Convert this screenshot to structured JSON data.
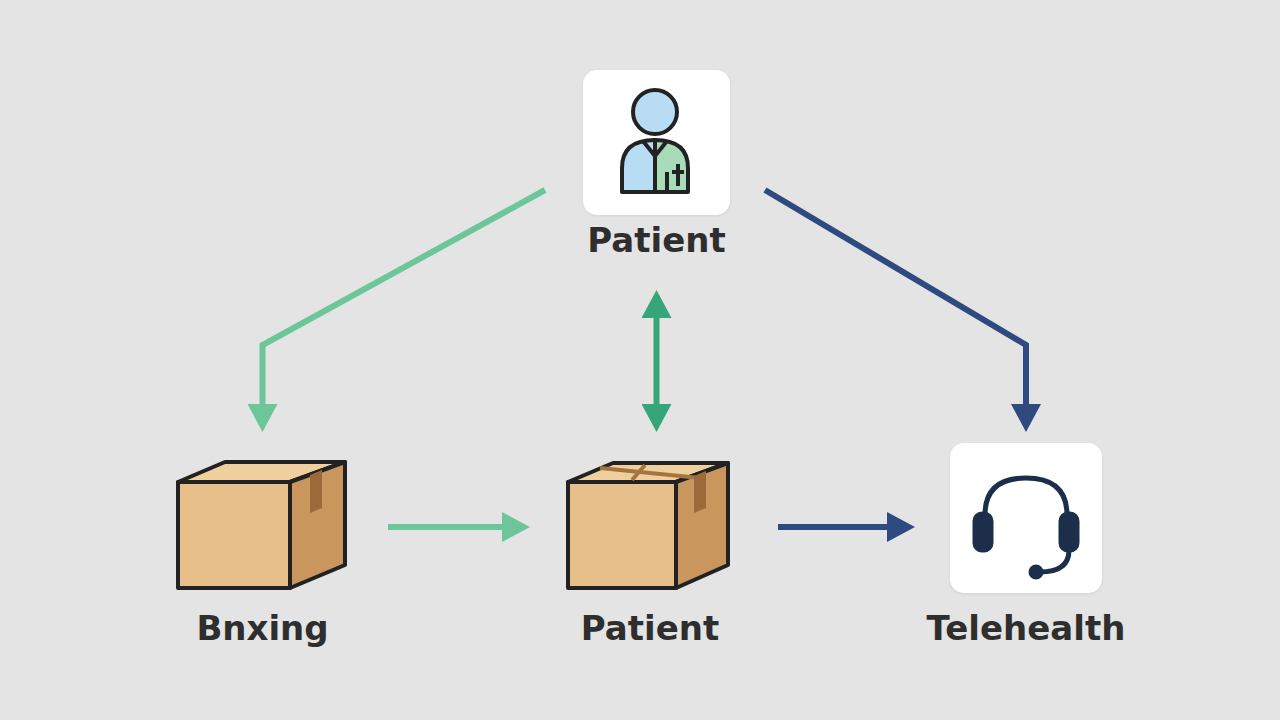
{
  "diagram": {
    "nodes": [
      {
        "text": [
          "Patient"
        ]
      },
      {
        "text": [
          "Bnxing"
        ]
      },
      {
        "text": [
          "Patient"
        ]
      },
      {
        "text": [
          "Telehealth"
        ]
      }
    ],
    "edges": [
      {
        "from": 0,
        "to": 1,
        "arrow": "to"
      },
      {
        "from": 0,
        "to": 2,
        "arrow": "both"
      },
      {
        "from": 0,
        "to": 3,
        "arrow": "to"
      },
      {
        "from": 1,
        "to": 2,
        "arrow": "to"
      },
      {
        "from": 2,
        "to": 3,
        "arrow": "to"
      }
    ]
  }
}
